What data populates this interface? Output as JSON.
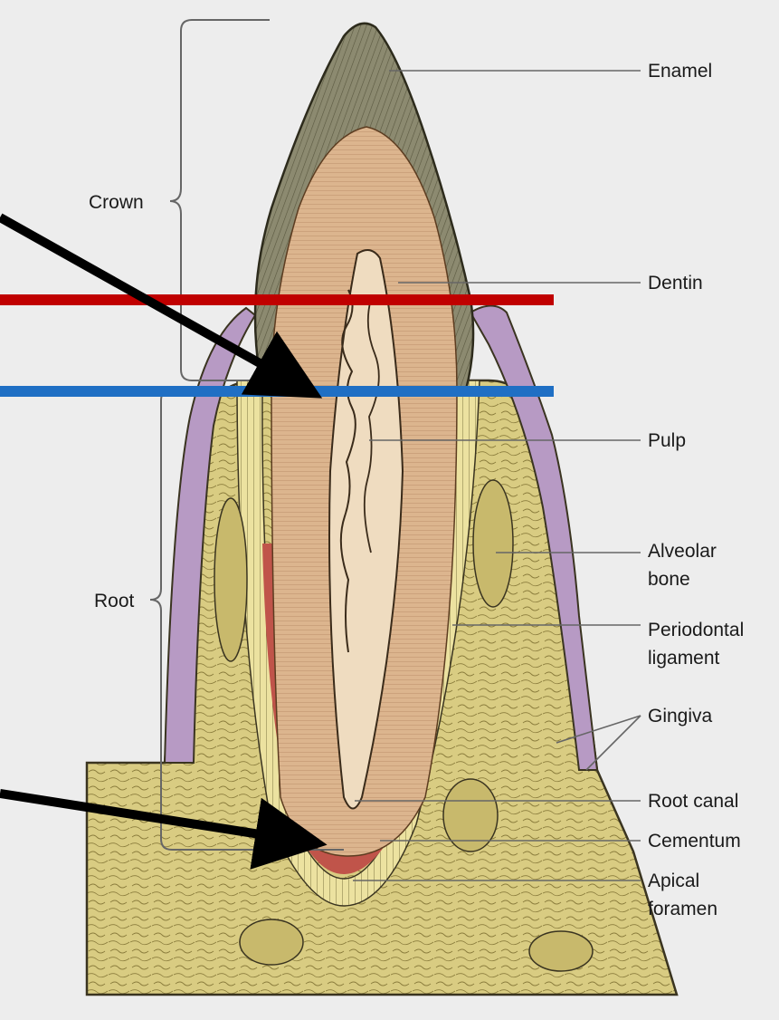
{
  "labels": {
    "enamel": "Enamel",
    "dentin": "Dentin",
    "pulp": "Pulp",
    "alveolar_bone_1": "Alveolar",
    "alveolar_bone_2": "bone",
    "periodontal_ligament_1": "Periodontal",
    "periodontal_ligament_2": "ligament",
    "gingiva": "Gingiva",
    "root_canal": "Root canal",
    "cementum": "Cementum",
    "apical_foramen_1": "Apical",
    "apical_foramen_2": "foramen",
    "crown": "Crown",
    "root": "Root"
  },
  "colors": {
    "background": "#ededed",
    "enamel": "#8c8a70",
    "dentin": "#dcb58e",
    "pulp": "#efdcc0",
    "bone": "#d9cc82",
    "gingiva": "#b79ac4",
    "ligament": "#ece2a0",
    "cementum": "#c0544a",
    "red_line": "#c00000",
    "blue_line": "#1f6fc4",
    "arrow": "#000000"
  }
}
